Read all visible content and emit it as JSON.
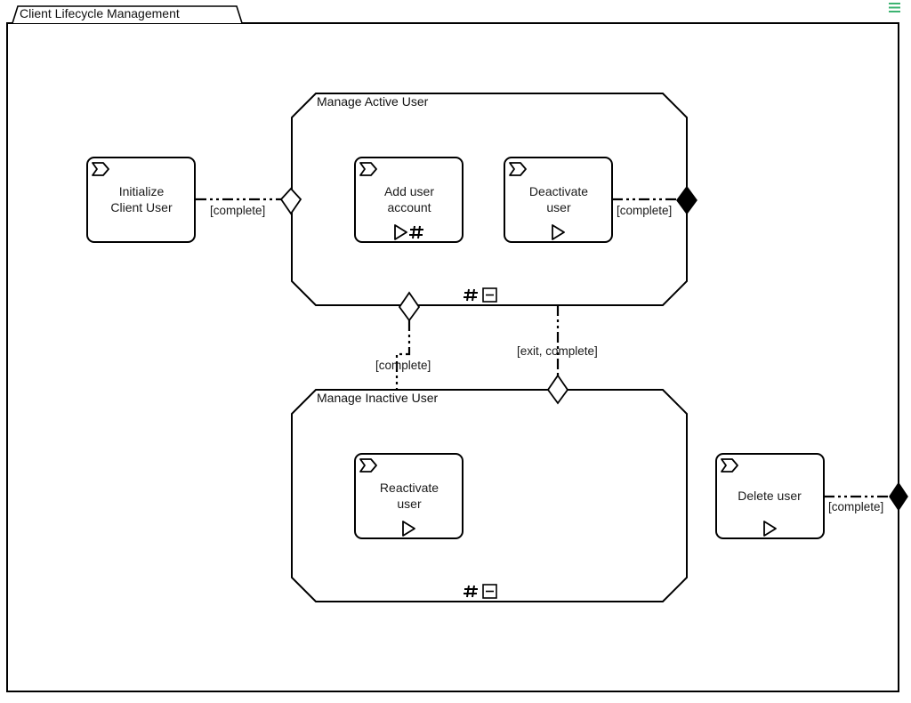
{
  "diagram": {
    "title": "Client Lifecycle Management",
    "nodes": {
      "initialize": [
        "Initialize",
        "Client User"
      ],
      "add_user": [
        "Add user",
        "account"
      ],
      "deactivate": [
        "Deactivate",
        "user"
      ],
      "reactivate": [
        "Reactivate",
        "user"
      ],
      "delete": [
        "Delete user"
      ]
    },
    "composites": {
      "active": "Manage Active User",
      "inactive": "Manage Inactive User"
    },
    "flow_labels": {
      "init_to_active": "[complete]",
      "deactivate_exit": "[complete]",
      "active_to_inactive": "[complete]",
      "inactive_to_active": "[exit, complete]",
      "delete_exit": "[complete]"
    },
    "icons": {
      "node_type": "process-chevron-icon",
      "process": "play-triangle-icon",
      "repeat": "hash-icon",
      "collapse": "minus-box-icon",
      "entry": "hollow-diamond-icon",
      "exit": "filled-diamond-icon",
      "menu": "hamburger-menu-icon"
    },
    "colors": {
      "line": "#000000",
      "menu": "#3cb371"
    }
  }
}
